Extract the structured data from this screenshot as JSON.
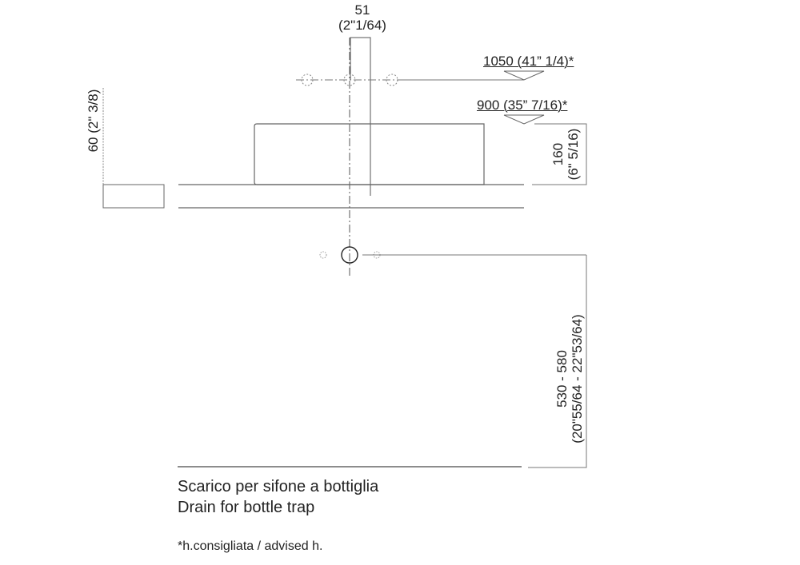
{
  "drawing": {
    "top_dimension": {
      "mm": "51",
      "inch": "(2\"1/64)"
    },
    "height_1050": {
      "label": "1050 (41” 1/4)*"
    },
    "height_900": {
      "label": "900 (35” 7/16)*"
    },
    "basin_height": {
      "mm": "160",
      "inch": "(6\" 5/16)"
    },
    "counter_thickness": {
      "label": "60 (2\" 3/8)"
    },
    "drain_height": {
      "mm": "530 - 580",
      "inch": "(20\"55/64 - 22\"53/64)"
    }
  },
  "caption": {
    "line_it": "Scarico per sifone a bottiglia",
    "line_en": "Drain for bottle trap"
  },
  "footnote": "*h.consigliata / advised h.",
  "colors": {
    "line": "#666666",
    "text": "#222222"
  }
}
